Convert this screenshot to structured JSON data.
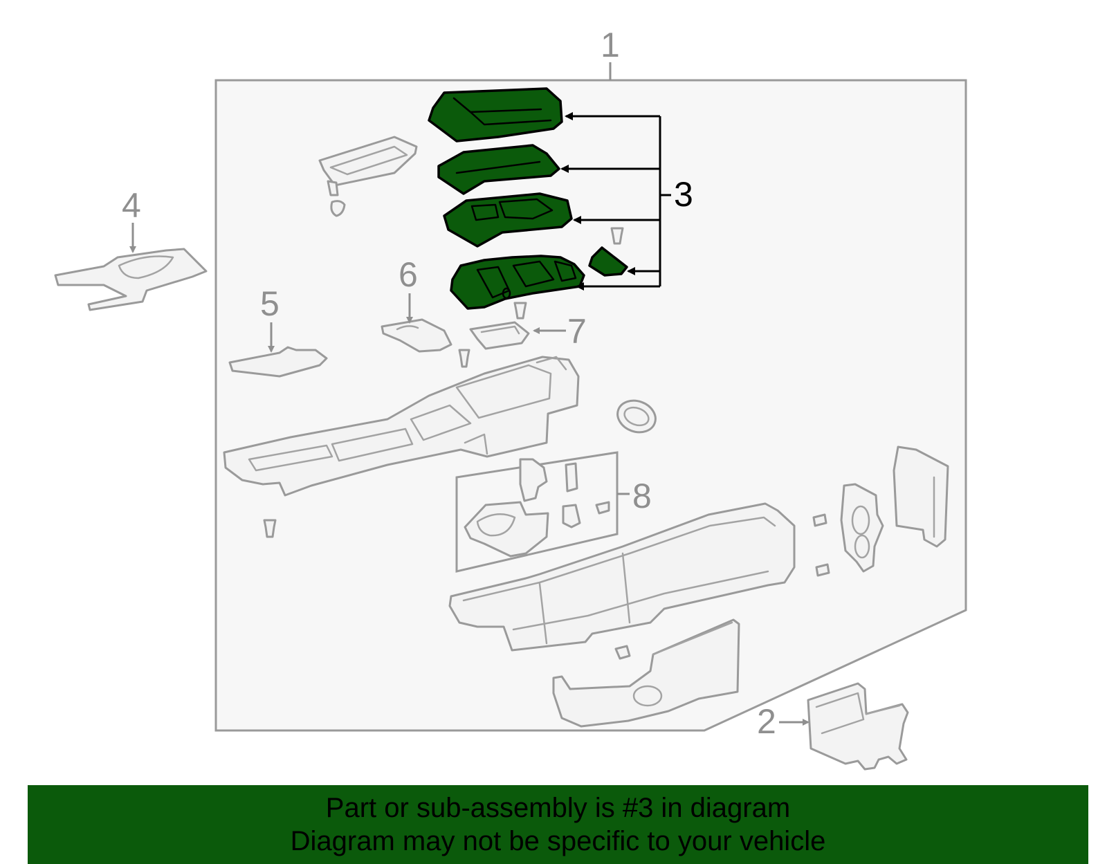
{
  "colors": {
    "highlight": "#0b5a0b",
    "banner": "#0b5a0b",
    "panel": "#f7f7f7",
    "outline": "#9a9a9a",
    "callout_gray": "#8f8f8f",
    "callout_active": "#000000"
  },
  "callouts": {
    "c1": "1",
    "c2": "2",
    "c3": "3",
    "c4": "4",
    "c5": "5",
    "c6": "6",
    "c7": "7",
    "c8": "8"
  },
  "highlighted_part": "3",
  "banner": {
    "line1": "Part or sub-assembly is #3 in diagram",
    "line2": "Diagram may not be specific to your vehicle"
  }
}
